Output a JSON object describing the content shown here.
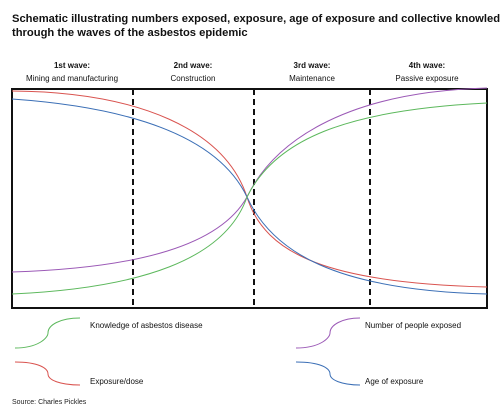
{
  "title_lines": [
    "Schematic illustrating numbers exposed, exposure, age of exposure and collective knowledge",
    "through the waves of the asbestos epidemic"
  ],
  "waves": [
    {
      "name": "1st wave:",
      "desc": "Mining and manufacturing"
    },
    {
      "name": "2nd wave:",
      "desc": "Construction"
    },
    {
      "name": "3rd wave:",
      "desc": "Maintenance"
    },
    {
      "name": "4th wave:",
      "desc": "Passive exposure"
    }
  ],
  "legend": {
    "knowledge": "Knowledge of asbestos disease",
    "people": "Number of people exposed",
    "exposure": "Exposure/dose",
    "age": "Age of exposure"
  },
  "colors": {
    "knowledge": "#5cb85c",
    "people": "#9b59b6",
    "exposure": "#d9534f",
    "age": "#3b6fb6",
    "frame": "#111111"
  },
  "source": "Source: Charles Pickles"
}
